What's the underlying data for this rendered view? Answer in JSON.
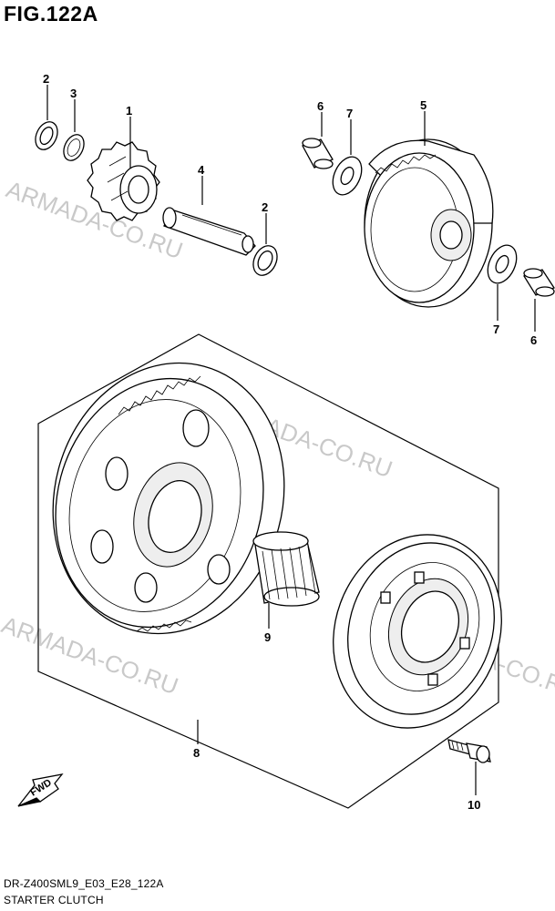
{
  "figure": {
    "title": "FIG.122A",
    "model_code": "DR-Z400SML9_E03_E28_122A",
    "caption": "STARTER CLUTCH"
  },
  "watermarks": [
    "ARMADA-CO.RU",
    "ARMADA-CO.RU",
    "ARMADA-CO.RU",
    "ARMADA-CO.RU"
  ],
  "direction_label": "FWD",
  "callouts": [
    {
      "id": "c2a",
      "label": "2"
    },
    {
      "id": "c3",
      "label": "3"
    },
    {
      "id": "c1",
      "label": "1"
    },
    {
      "id": "c4",
      "label": "4"
    },
    {
      "id": "c2b",
      "label": "2"
    },
    {
      "id": "c6a",
      "label": "6"
    },
    {
      "id": "c7a",
      "label": "7"
    },
    {
      "id": "c5",
      "label": "5"
    },
    {
      "id": "c7b",
      "label": "7"
    },
    {
      "id": "c6b",
      "label": "6"
    },
    {
      "id": "c9",
      "label": "9"
    },
    {
      "id": "c8",
      "label": "8"
    },
    {
      "id": "c10",
      "label": "10"
    }
  ]
}
